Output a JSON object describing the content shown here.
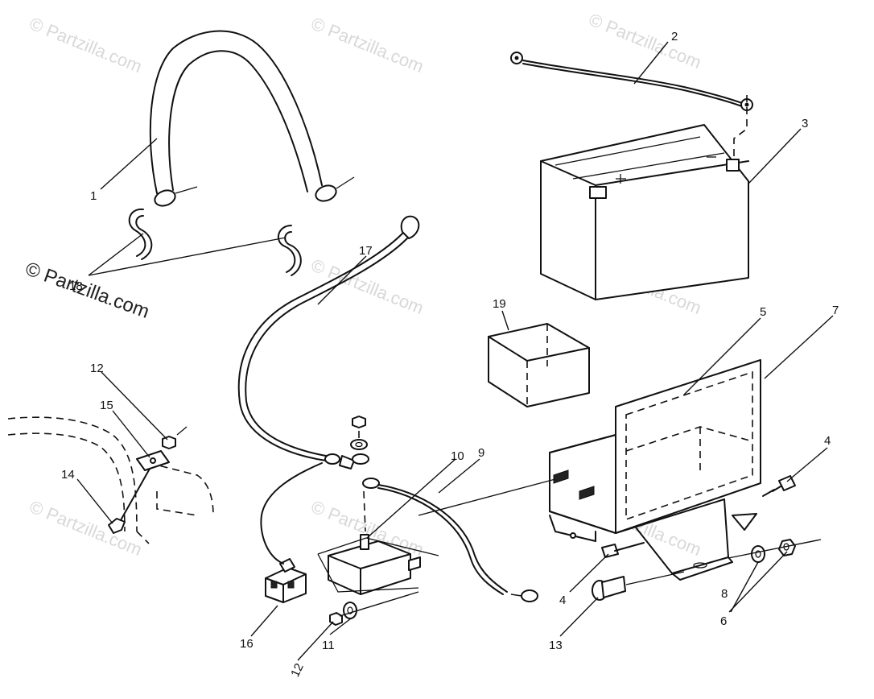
{
  "watermark": {
    "text": "© Partzilla.com",
    "prominent_text": "© Partzilla.com"
  },
  "callouts": {
    "c1": "1",
    "c2": "2",
    "c3": "3",
    "c4a": "4",
    "c4b": "4",
    "c5": "5",
    "c6": "6",
    "c7": "7",
    "c8": "8",
    "c9": "9",
    "c10": "10",
    "c11": "11",
    "c12a": "12",
    "c12b": "12",
    "c13": "13",
    "c14": "14",
    "c15": "15",
    "c16": "16",
    "c17": "17",
    "c18": "18",
    "c19": "19"
  },
  "colors": {
    "line": "#111111",
    "watermark": "#d8d8d8",
    "background": "#ffffff"
  }
}
